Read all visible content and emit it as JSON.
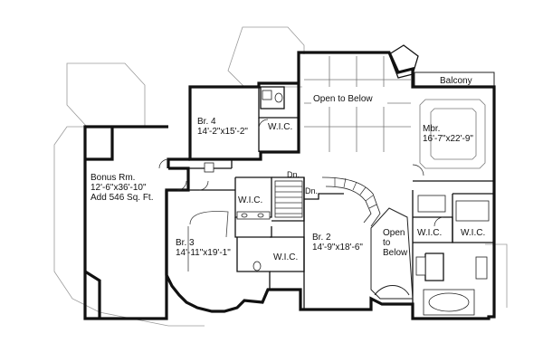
{
  "rooms": {
    "balcony": "Balcony",
    "open_to_below_top": "Open to Below",
    "br4_name": "Br. 4",
    "br4_dim": "14'-2\"x15'-2\"",
    "mbr_name": "Mbr.",
    "mbr_dim": "16'-7\"x22'-9\"",
    "bonus_name": "Bonus Rm.",
    "bonus_dim": "12'-6\"x36'-10\"",
    "bonus_add": "Add 546 Sq. Ft.",
    "br3_name": "Br. 3",
    "br3_dim": "14'-11\"x19'-1\"",
    "br2_name": "Br. 2",
    "br2_dim": "14'-9\"x18'-6\"",
    "open_line1": "Open",
    "open_line2": "to",
    "open_line3": "Below"
  },
  "closets": {
    "wic_br4": "W.I.C.",
    "wic_hall": "W.I.C.",
    "wic_br3": "W.I.C.",
    "wic_master_left": "W.I.C.",
    "wic_master_right": "W.I.C."
  },
  "stairs": {
    "dn_upper": "Dn.",
    "dn_lower": "Dn."
  }
}
